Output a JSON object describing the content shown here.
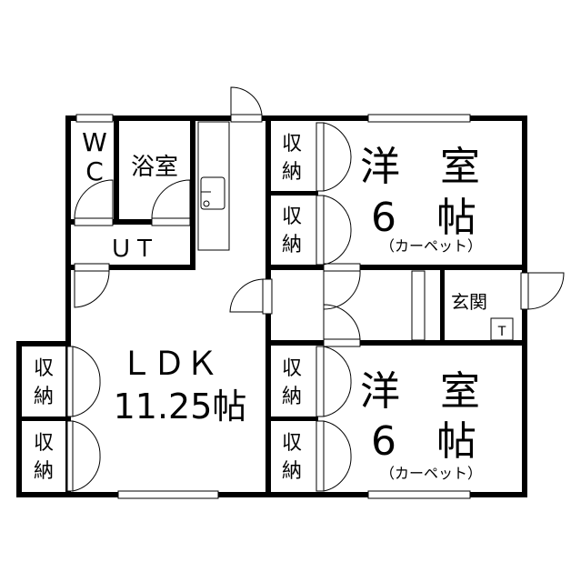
{
  "rooms": {
    "wc": {
      "line1": "W",
      "line2": "C"
    },
    "bath": {
      "label": "浴室"
    },
    "ut": {
      "label": "ＵＴ"
    },
    "ldk": {
      "label": "ＬＤＫ",
      "size": "11.25帖"
    },
    "western_upper": {
      "label": "洋　室",
      "size": "6　帖",
      "note": "（カーペット）"
    },
    "western_lower": {
      "label": "洋　室",
      "size": "6　帖",
      "note": "（カーペット）"
    },
    "entrance": {
      "label": "玄関",
      "shoe_box": "T"
    },
    "storage": {
      "line1": "収",
      "line2": "納"
    }
  }
}
